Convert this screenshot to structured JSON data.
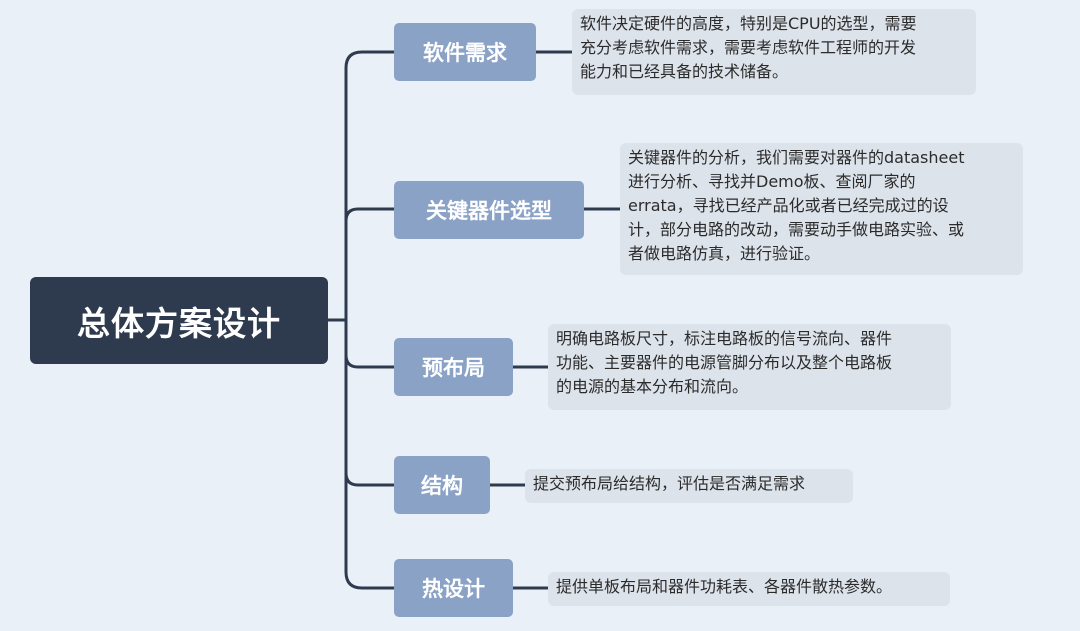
{
  "root": {
    "label": "总体方案设计"
  },
  "branches": [
    {
      "label": "软件需求",
      "note": [
        "软件决定硬件的高度，特别是CPU的选型，需要",
        "充分考虑软件需求，需要考虑软件工程师的开发",
        "能力和已经具备的技术储备。"
      ]
    },
    {
      "label": "关键器件选型",
      "note": [
        "关键器件的分析，我们需要对器件的datasheet",
        "进行分析、寻找并Demo板、查阅厂家的",
        "errata，寻找已经产品化或者已经完成过的设",
        "计，部分电路的改动，需要动手做电路实验、或",
        "者做电路仿真，进行验证。"
      ]
    },
    {
      "label": "预布局",
      "note": [
        "明确电路板尺寸，标注电路板的信号流向、器件",
        "功能、主要器件的电源管脚分布以及整个电路板",
        "的电源的基本分布和流向。"
      ]
    },
    {
      "label": "结构",
      "note": [
        "提交预布局给结构，评估是否满足需求"
      ]
    },
    {
      "label": "热设计",
      "note": [
        "提供单板布局和器件功耗表、各器件散热参数。"
      ]
    }
  ],
  "colors": {
    "background": "#eaf0f8",
    "root_fill": "#2e3b4e",
    "branch_fill": "#8aa2c6",
    "note_fill": "#dde3eb",
    "connector": "#2e3b4e"
  }
}
